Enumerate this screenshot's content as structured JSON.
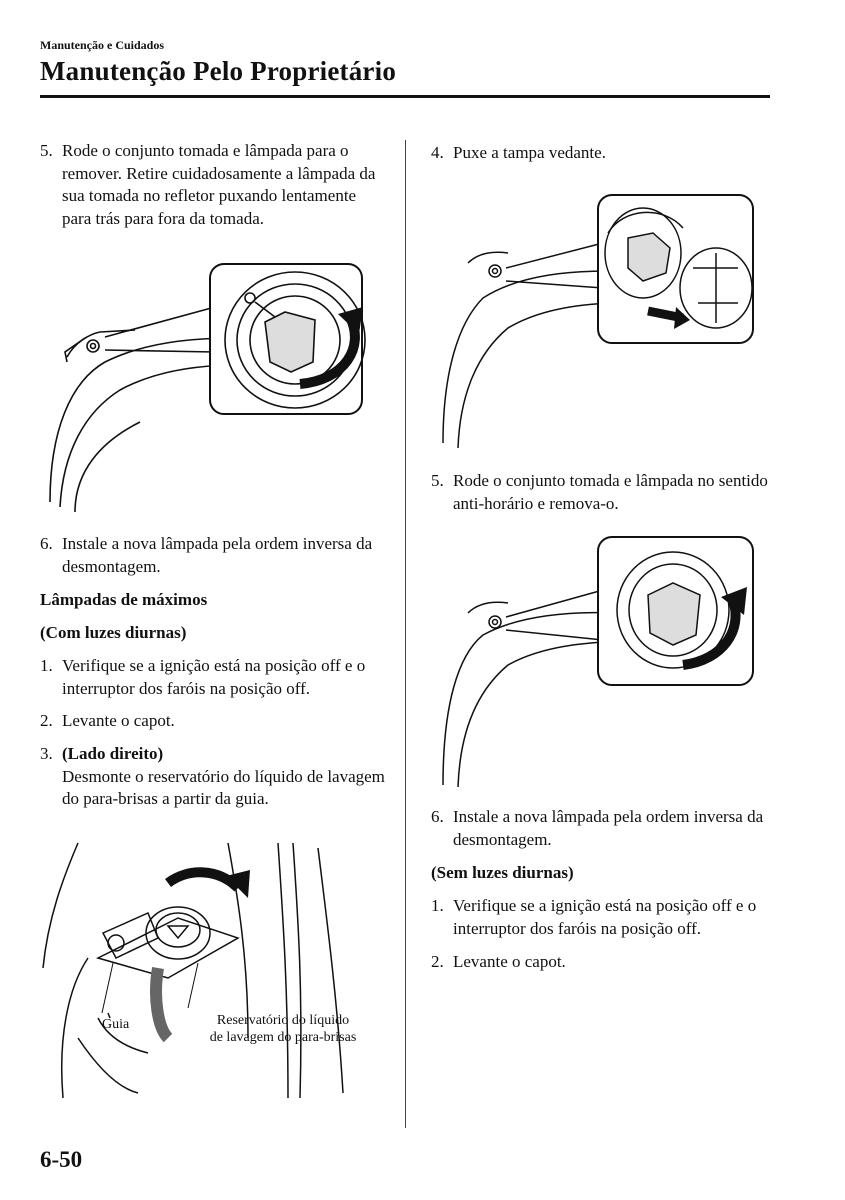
{
  "header": {
    "section": "Manutenção e Cuidados",
    "title": "Manutenção Pelo Proprietário"
  },
  "left": {
    "step5": {
      "num": "5.",
      "text": "Rode o conjunto tomada e lâmpada para o remover. Retire cuidadosamente a lâmpada da sua tomada no refletor puxando lentamente para trás para fora da tomada."
    },
    "step6": {
      "num": "6.",
      "text": "Instale a nova lâmpada pela ordem inversa da desmontagem."
    },
    "heading_high": "Lâmpadas de máximos",
    "heading_drl": "(Com luzes diurnas)",
    "s1": {
      "num": "1.",
      "text": "Verifique se a ignição está na posição off e o interruptor dos faróis na posição off."
    },
    "s2": {
      "num": "2.",
      "text": "Levante o capot."
    },
    "s3": {
      "num": "3.",
      "label": "(Lado direito)",
      "text": "Desmonte o reservatório do líquido de lavagem do para-brisas a partir da guia."
    },
    "figure_captions": {
      "guide": "Guia",
      "reservoir_line1": "Reservatório do líquido",
      "reservoir_line2": "de lavagem do para-brisas"
    }
  },
  "right": {
    "s4": {
      "num": "4.",
      "text": "Puxe a tampa vedante."
    },
    "s5": {
      "num": "5.",
      "text": "Rode o conjunto tomada e lâmpada no sentido anti-horário e remova-o."
    },
    "s6": {
      "num": "6.",
      "text": "Instale a nova lâmpada pela ordem inversa da desmontagem."
    },
    "heading_nodrl": "(Sem luzes diurnas)",
    "s1": {
      "num": "1.",
      "text": "Verifique se a ignição está na posição off e o interruptor dos faróis na posição off."
    },
    "s2": {
      "num": "2.",
      "text": "Levante o capot."
    }
  },
  "footer": {
    "page_number": "6-50"
  }
}
